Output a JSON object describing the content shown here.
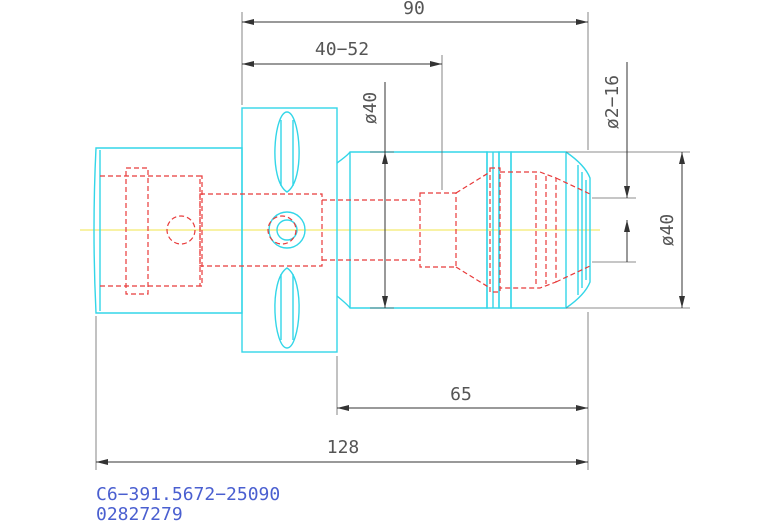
{
  "dimensions": {
    "d90": "90",
    "d40_52": "40−52",
    "d65": "65",
    "d128": "128",
    "dia40_left": "ø40",
    "dia40_right": "ø40",
    "dia2_16": "ø2−16"
  },
  "part": {
    "code": "C6−391.5672−25090",
    "number": "02827279"
  },
  "colors": {
    "outline": "#33d6e8",
    "hidden": "#e83a3a",
    "centerline": "#f0e64a",
    "dimension": "#333333",
    "code_text": "#4a5fd0"
  }
}
